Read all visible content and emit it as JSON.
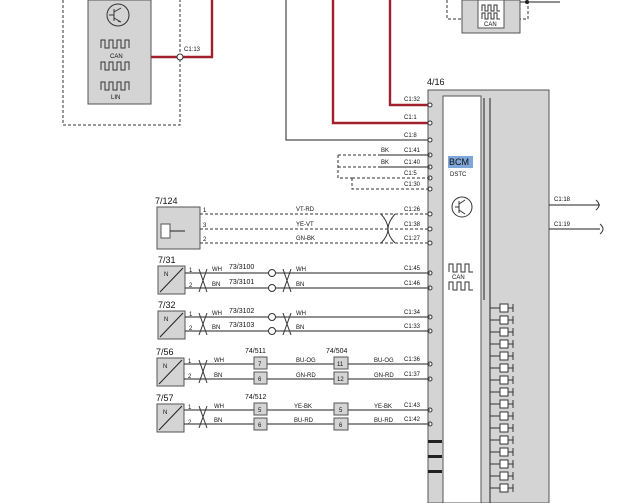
{
  "components": {
    "top_module": {
      "lin": "LIN",
      "can": "CAN",
      "connector": "C1:13"
    },
    "top_right_module": {
      "can": "CAN"
    },
    "bcm": {
      "ref": "4/16",
      "name": "BCM",
      "sub": "DSTC",
      "can": "CAN"
    },
    "sensor_7124": {
      "ref": "7/124"
    },
    "sensor_731": {
      "ref": "7/31"
    },
    "sensor_732": {
      "ref": "7/32"
    },
    "sensor_756": {
      "ref": "7/56"
    },
    "sensor_757": {
      "ref": "7/57"
    },
    "conn_74511": {
      "ref": "74/511",
      "pins": [
        "7",
        "6"
      ]
    },
    "conn_74504": {
      "ref": "74/504",
      "pins": [
        "11",
        "12"
      ]
    },
    "conn_74512": {
      "ref": "74/512",
      "pins": [
        "5",
        "6"
      ]
    },
    "conn_74504b": {
      "pins": [
        "5",
        "6"
      ]
    },
    "sensor_letter": "N"
  },
  "bcm_connectors": [
    "C1:32",
    "C1:1",
    "C1:8",
    "C1:41",
    "C1:40",
    "C1:5",
    "C1:30",
    "C1:26",
    "C1:38",
    "C1:27",
    "C1:45",
    "C1:46",
    "C1:34",
    "C1:33",
    "C1:36",
    "C1:37",
    "C1:43",
    "C1:42"
  ],
  "right_connectors": [
    "C1:18",
    "C1:19"
  ],
  "wire_colors": {
    "bk1": "BK",
    "bk2": "BK",
    "vt_rd": "VT-RD",
    "ye_vt": "YE-VT",
    "gn_bk": "GN-BK",
    "wh": "WH",
    "bn": "BN",
    "bu_og": "BU-OG",
    "gn_rd": "GN-RD",
    "ye_bk": "YE-BK",
    "bu_rd": "BU-RD"
  },
  "splices": [
    "73/3100",
    "73/3101",
    "73/3102",
    "73/3103"
  ],
  "pin_numbers": {
    "one": "1",
    "two": "2",
    "three": "3"
  },
  "colors": {
    "accent_red": "#a0202e",
    "module_fill": "#d4d4d4",
    "highlight": "#7ea6d8"
  }
}
